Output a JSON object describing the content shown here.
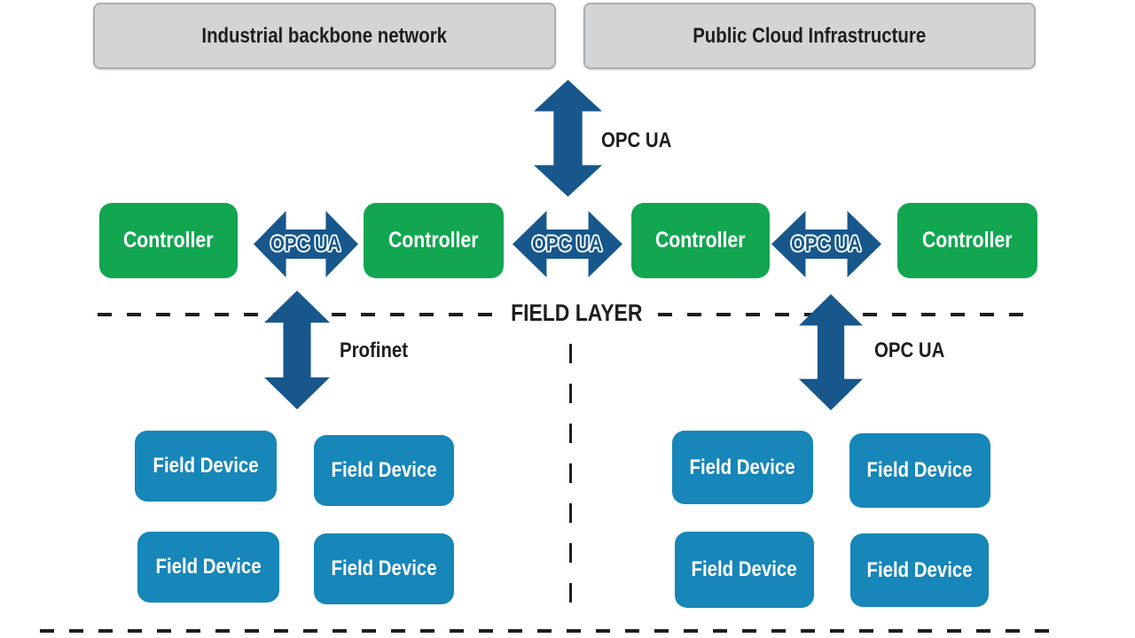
{
  "diagram": {
    "top_boxes": [
      {
        "label": "Industrial backbone network"
      },
      {
        "label": "Public Cloud Infrastructure"
      }
    ],
    "top_arrow_label": "OPC UA",
    "controllers": [
      "Controller",
      "Controller",
      "Controller",
      "Controller"
    ],
    "controller_arrows": [
      "OPC UA",
      "OPC UA",
      "OPC UA"
    ],
    "field_layer_label": "FIELD LAYER",
    "left_bus_label": "Profinet",
    "right_bus_label": "OPC UA",
    "left_field_devices": [
      "Field Device",
      "Field Device",
      "Field Device",
      "Field Device"
    ],
    "right_field_devices": [
      "Field Device",
      "Field Device",
      "Field Device",
      "Field Device"
    ],
    "colors": {
      "arrow_blue": "#17578c",
      "controller_green": "#12a651",
      "device_blue": "#1786b8",
      "box_gray": "#d2d4d5",
      "line_black": "#1e1e20"
    }
  }
}
